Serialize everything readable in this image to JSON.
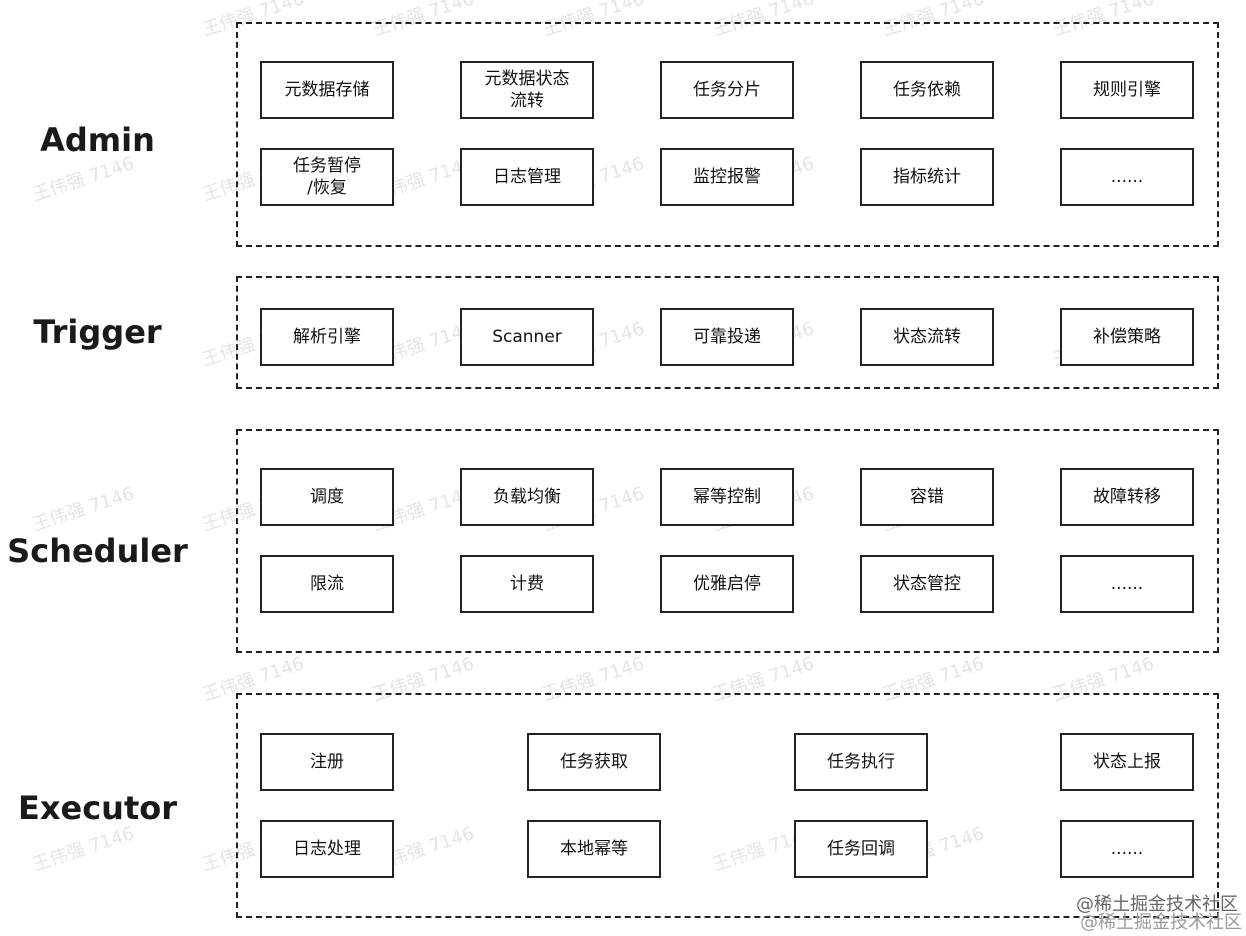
{
  "layers": {
    "admin": {
      "label": "Admin",
      "row1": [
        "元数据存储",
        "元数据状态\n流转",
        "任务分片",
        "任务依赖",
        "规则引擎"
      ],
      "row2": [
        "任务暂停\n/恢复",
        "日志管理",
        "监控报警",
        "指标统计",
        "......"
      ]
    },
    "trigger": {
      "label": "Trigger",
      "row1": [
        "解析引擎",
        "Scanner",
        "可靠投递",
        "状态流转",
        "补偿策略"
      ]
    },
    "scheduler": {
      "label": "Scheduler",
      "row1": [
        "调度",
        "负载均衡",
        "幂等控制",
        "容错",
        "故障转移"
      ],
      "row2": [
        "限流",
        "计费",
        "优雅启停",
        "状态管控",
        "......"
      ]
    },
    "executor": {
      "label": "Executor",
      "row1": [
        "注册",
        "任务获取",
        "任务执行",
        "状态上报"
      ],
      "row2": [
        "日志处理",
        "本地幂等",
        "任务回调",
        "......"
      ]
    }
  },
  "watermark": "王伟强 7146",
  "credit": "@稀土掘金技术社区"
}
